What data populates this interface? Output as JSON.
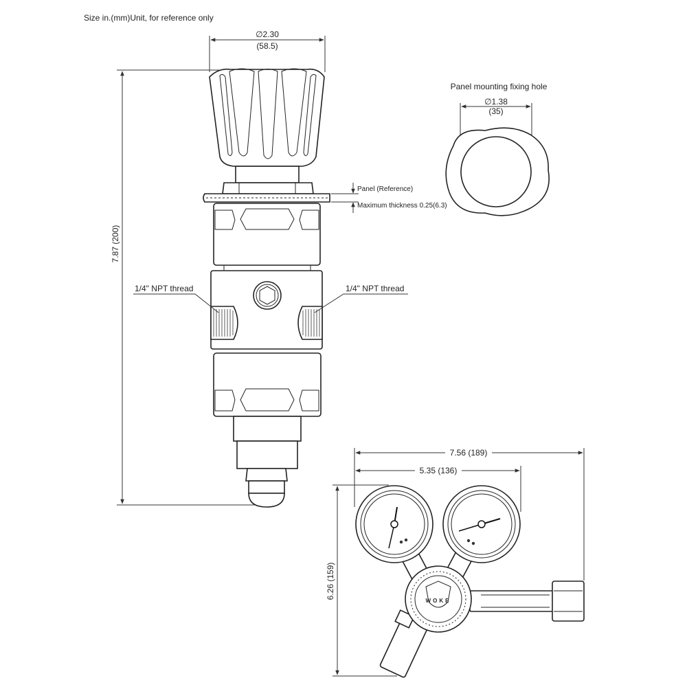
{
  "header": {
    "note": "Size in.(mm)Unit, for reference only"
  },
  "side_view": {
    "knob_diameter_in": "∅2.30",
    "knob_diameter_mm": "(58.5)",
    "panel_label": "Panel (Reference)",
    "max_thickness_label": "Maximum thickness 0.25(6.3)",
    "height_label": "7.87 (200)",
    "port_left_label": "1/4\" NPT thread",
    "port_right_label": "1/4\" NPT thread"
  },
  "mounting_hole": {
    "title": "Panel mounting fixing hole",
    "diameter_in": "∅1.38",
    "diameter_mm": "(35)"
  },
  "front_view": {
    "overall_width_label": "7.56 (189)",
    "gauge_width_label": "5.35 (136)",
    "height_label": "6.26 (159)",
    "logo_text": "WOKE"
  }
}
